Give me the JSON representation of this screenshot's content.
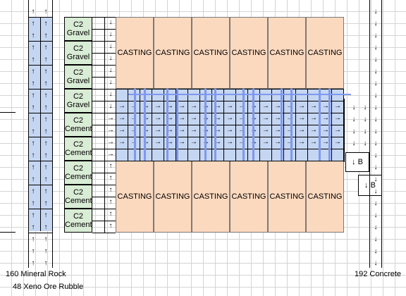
{
  "reservoirs": [
    {
      "line1": "C2",
      "line2": "Gravel"
    },
    {
      "line1": "C2",
      "line2": "Gravel"
    },
    {
      "line1": "C2",
      "line2": "Gravel"
    },
    {
      "line1": "C2",
      "line2": "Gravel"
    },
    {
      "line1": "C2",
      "line2": "Cement"
    },
    {
      "line1": "C2",
      "line2": "Cement"
    },
    {
      "line1": "C2",
      "line2": "Cement"
    },
    {
      "line1": "C2",
      "line2": "Cement"
    },
    {
      "line1": "C2",
      "line2": "Cement"
    }
  ],
  "casting_label": "CASTING",
  "arrows": {
    "up": "↑",
    "down": "↓",
    "right": "→"
  },
  "labels": {
    "input_rock": "160 Mineral Rock",
    "input_rubble": "48 Xeno Ore Rubble",
    "output": "192 Concrete",
    "buffer_a": "↓ B",
    "buffer_b": "↓ B"
  },
  "colors": {
    "conveyor": "#c5d6f2",
    "reservoir": "#d9ecd5",
    "casting": "#fbd9bf",
    "pipe": "#7f98ee"
  }
}
